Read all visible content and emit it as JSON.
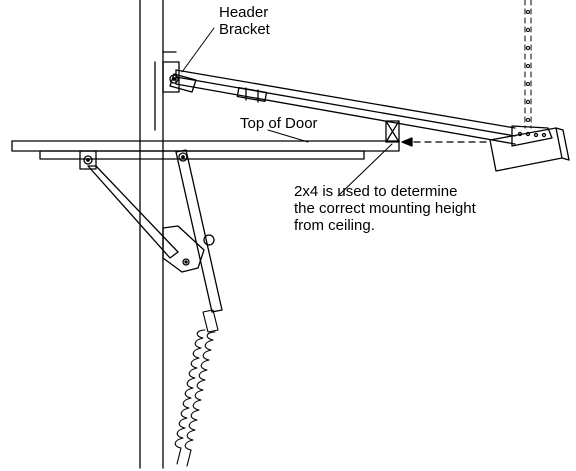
{
  "labels": {
    "header_bracket": [
      "Header",
      "Bracket"
    ],
    "top_of_door": "Top of Door",
    "note": [
      "2x4 is used to determine",
      "the correct mounting height",
      "from ceiling."
    ]
  }
}
